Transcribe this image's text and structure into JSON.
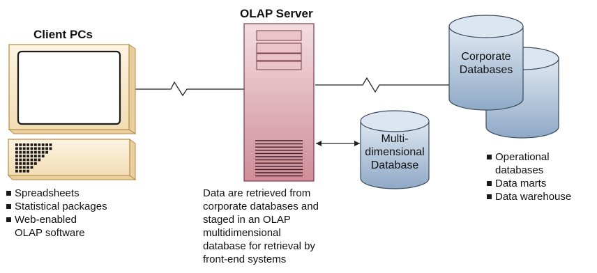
{
  "client": {
    "title": "Client PCs",
    "items": [
      "Spreadsheets",
      "Statistical packages",
      "Web-enabled",
      "OLAP software"
    ]
  },
  "server": {
    "title": "OLAP Server",
    "caption": [
      "Data are retrieved from",
      "corporate databases and",
      "staged in an OLAP",
      "multidimensional",
      "database for retrieval by",
      "front-end systems"
    ]
  },
  "multidim_db": {
    "label": [
      "Multi-",
      "dimensional",
      "Database"
    ]
  },
  "corporate_db": {
    "label": [
      "Corporate",
      "Databases"
    ],
    "items": [
      "Operational",
      "databases",
      "Data marts",
      "Data warehouse"
    ]
  },
  "colors": {
    "monitor_fill": "#fbeed3",
    "monitor_stroke": "#b58a3c",
    "server_fill": "#e4b9c0",
    "server_stroke": "#7a3a48",
    "db_fill": "#b8cce0",
    "db_stroke": "#3a4a5e"
  }
}
